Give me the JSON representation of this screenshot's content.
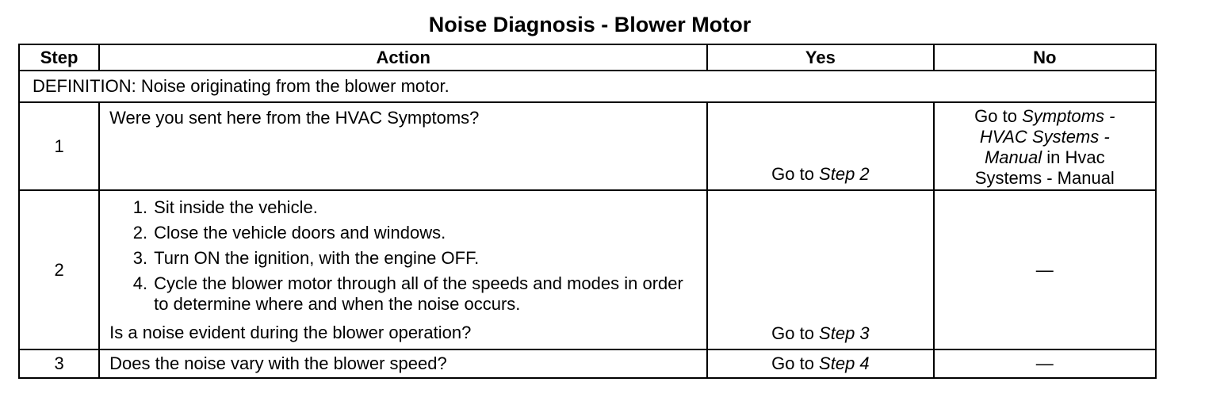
{
  "title": "Noise Diagnosis - Blower Motor",
  "headers": {
    "step": "Step",
    "action": "Action",
    "yes": "Yes",
    "no": "No"
  },
  "definition": "DEFINITION: Noise originating from the blower motor.",
  "rows": [
    {
      "step": "1",
      "action": "Were you sent here from the HVAC Symptoms?",
      "yes_prefix": "Go to ",
      "yes_link": "Step 2",
      "no_parts": {
        "p1": "Go to ",
        "i1": "Symptoms -",
        "i2": "HVAC Systems -",
        "i3": "Manual",
        "p2": " in Hvac",
        "p3": "Systems - Manual"
      }
    },
    {
      "step": "2",
      "substeps": [
        {
          "num": "1.",
          "text": "Sit inside the vehicle."
        },
        {
          "num": "2.",
          "text": "Close the vehicle doors and windows."
        },
        {
          "num": "3.",
          "text": "Turn ON the ignition, with the engine OFF."
        },
        {
          "num": "4.",
          "text": "Cycle the blower motor through all of the speeds and modes in order to determine where and when the noise occurs."
        }
      ],
      "question": "Is a noise evident during the blower operation?",
      "yes_prefix": "Go to ",
      "yes_link": "Step 3",
      "no": "—"
    },
    {
      "step": "3",
      "action": "Does the noise vary with the blower speed?",
      "yes_prefix": "Go to ",
      "yes_link": "Step 4",
      "no": "—"
    }
  ]
}
